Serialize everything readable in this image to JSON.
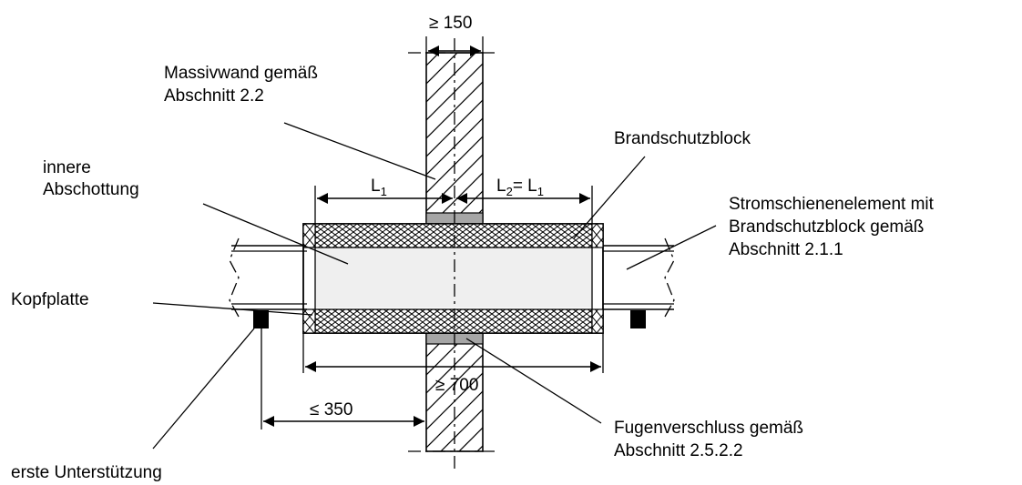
{
  "labels": {
    "dim_top": "≥ 150",
    "wall_line1": "Massivwand gemäß",
    "wall_line2": "Abschnitt 2.2",
    "block": "Brandschutzblock",
    "inner_line1": "innere",
    "inner_line2": "Abschottung",
    "l1": "L",
    "l1_sub": "1",
    "l2": "L",
    "l2_sub": "2",
    "l2_eq": "= L",
    "l2_eq_sub": "1",
    "element_line1": "Stromschienenelement mit",
    "element_line2": "Brandschutzblock gemäß",
    "element_line3": "Abschnitt 2.1.1",
    "kopfplatte": "Kopfplatte",
    "dim_700": "≥ 700",
    "dim_350": "≤ 350",
    "joint_line1": "Fugenverschluss gemäß",
    "joint_line2": "Abschnitt 2.5.2.2",
    "support": "erste Unterstützung"
  },
  "colors": {
    "line": "#000000",
    "gray_band": "#a6a6a6",
    "core_fill": "#efefef"
  }
}
